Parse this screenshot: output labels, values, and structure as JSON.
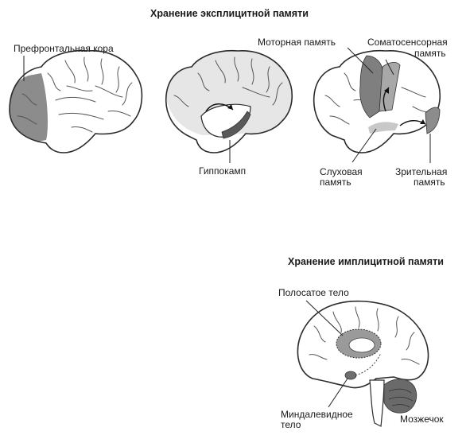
{
  "titles": {
    "explicit": "Хранение эксплицитной памяти",
    "implicit": "Хранение имплицитной памяти"
  },
  "labels": {
    "prefrontal": "Префронтальная кора",
    "hippocampus": "Гиппокамп",
    "motor": "Моторная память",
    "somato_1": "Соматосенсорная",
    "somato_2": "память",
    "auditory_1": "Слуховая",
    "auditory_2": "память",
    "visual_1": "Зрительная",
    "visual_2": "память",
    "striatum": "Полосатое тело",
    "amygdala_1": "Миндалевидное",
    "amygdala_2": "тело",
    "cerebellum": "Мозжечок"
  },
  "colors": {
    "outline": "#2b2b2b",
    "fold": "#555555",
    "highlight_gray": "#8c8c8c",
    "light_gray": "#c8c8c8",
    "dark_gray": "#5a5a5a"
  }
}
